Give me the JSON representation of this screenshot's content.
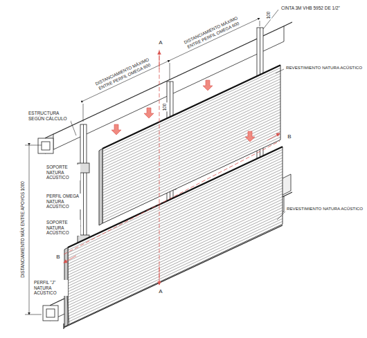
{
  "diagram": {
    "labels": [
      "CINTA 3M VHB 5952 DE 1/2\"",
      "DISTANCIAMIENTO MÁXIMO ENTRE PERFIL OMEGA 600",
      "DISTANCIAMIENTO MÁXIMO ENTRE PERFIL OMEGA 600",
      "REVESTIMIENTO NATURA ACÚSTICO",
      "ESTRUCTURA SEGÚN CÁLCULO",
      "SOPORTE NATURA ACÚSTICO",
      "PERFIL OMEGA NATURA ACÚSTICO",
      "SOPORTE NATURA ACÚSTICO",
      "REVESTIMIENTO NATURA ACÚSTICO",
      "DISTANCIAMIENTO MÁX ENTRE APOYOS 1000",
      "PERFIL \"J\" NATURA ACÚSTICO",
      "100",
      "100",
      "A",
      "A",
      "B",
      "B"
    ]
  }
}
